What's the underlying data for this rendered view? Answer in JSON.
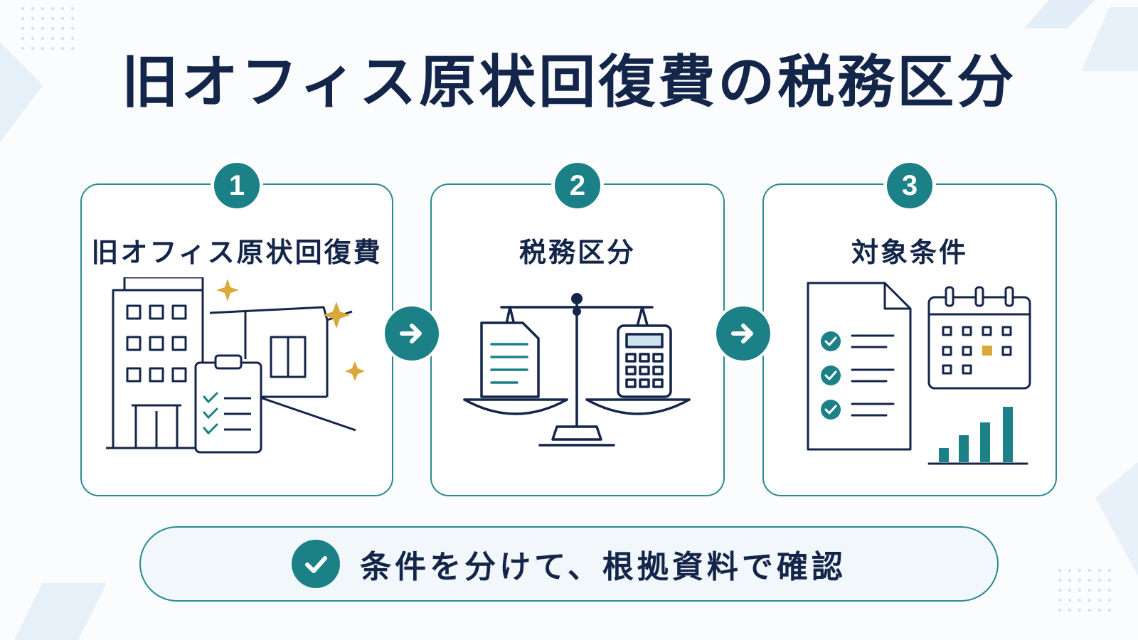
{
  "title": "旧オフィス原状回復費の税務区分",
  "steps": [
    {
      "number": "1",
      "label": "旧オフィス原状回復費",
      "icon": "building-clipboard-icon"
    },
    {
      "number": "2",
      "label": "税務区分",
      "icon": "scale-document-calculator-icon"
    },
    {
      "number": "3",
      "label": "対象条件",
      "icon": "checklist-calendar-chart-icon"
    }
  ],
  "footer": {
    "text": "条件を分けて、根拠資料で確認",
    "icon": "check-circle-icon"
  },
  "colors": {
    "navy": "#14254a",
    "teal": "#1c8087",
    "gold": "#d9a93a",
    "border": "#2a8a92"
  }
}
